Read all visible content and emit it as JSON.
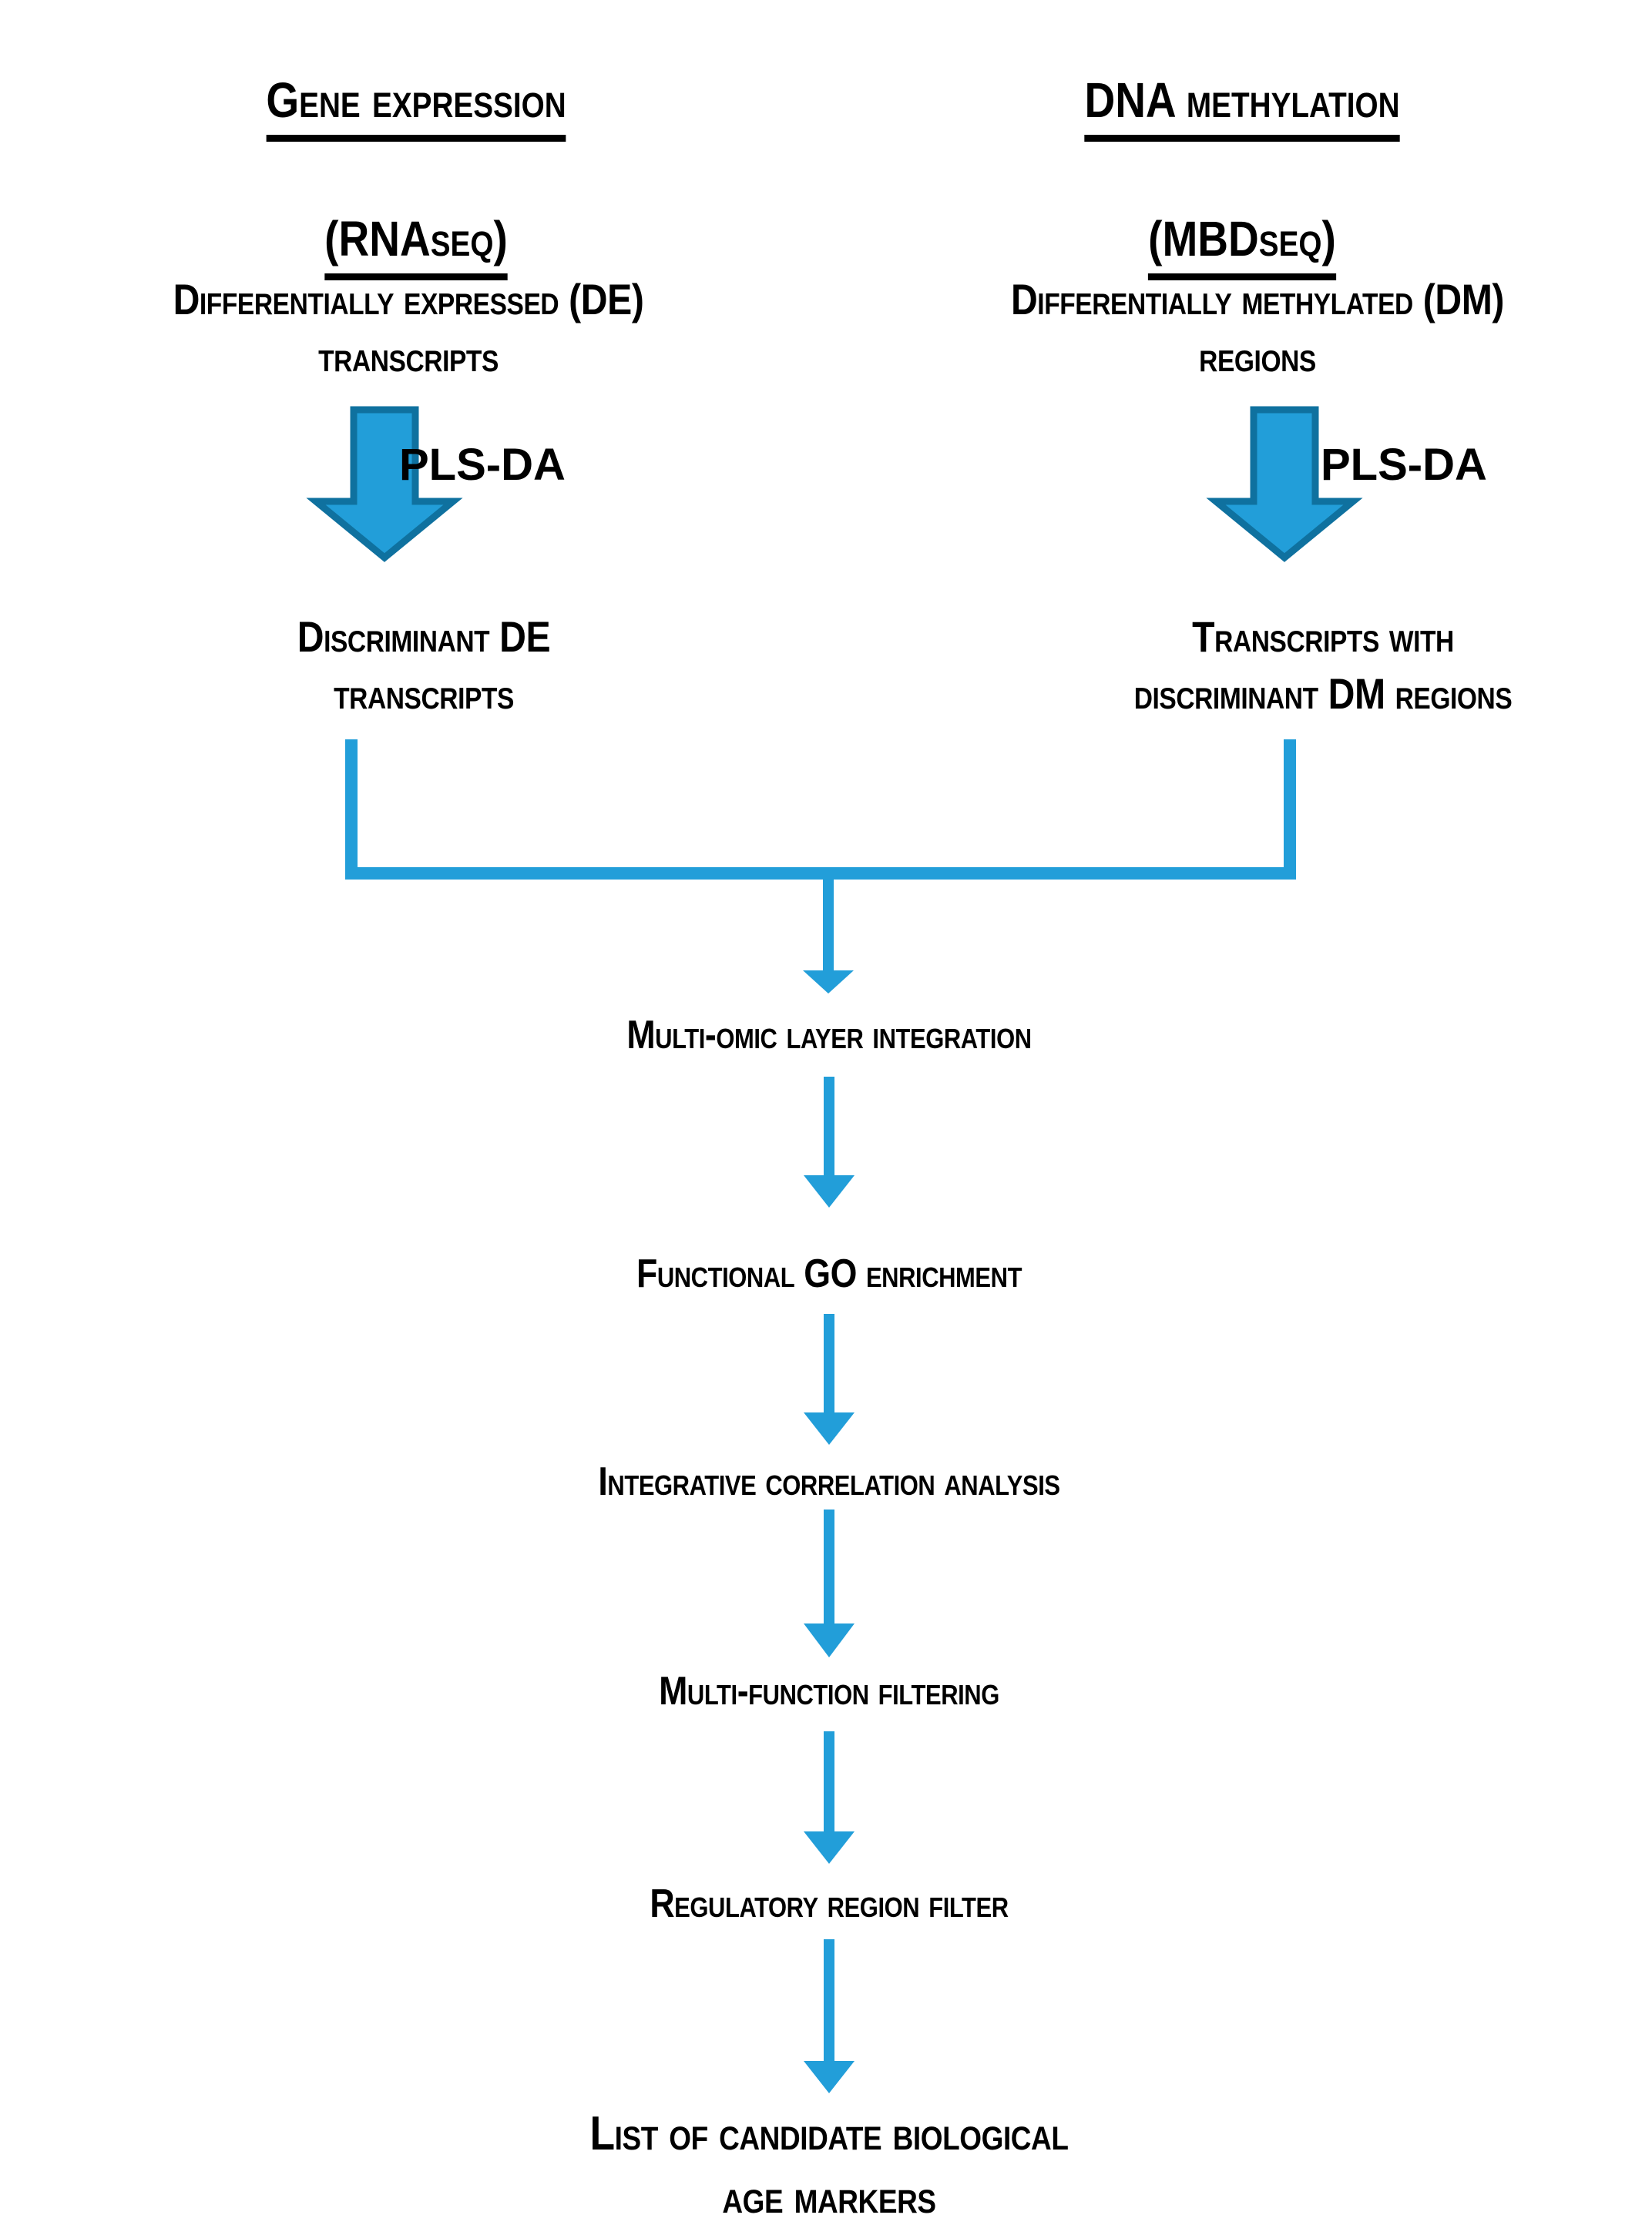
{
  "diagram": {
    "title": "Multi-omic integration workflow for candidate biological age markers",
    "colors": {
      "background": "#ffffff",
      "text": "#000000",
      "arrow_fill": "#229ED9",
      "arrow_stroke": "#0F719F",
      "connector": "#229ED9"
    },
    "columns": [
      {
        "id": "gene-expression",
        "heading_line1": "Gene expression",
        "heading_line2": "(RNAseq)",
        "input_node": "Differentially expressed (DE)\ntranscripts",
        "method_label": "PLS-DA",
        "output_node": "Discriminant DE\ntranscripts"
      },
      {
        "id": "dna-methylation",
        "heading_line1": "DNA methylation",
        "heading_line2": "(MBDseq)",
        "input_node": "Differentially methylated (DM)\nregions",
        "method_label": "PLS-DA",
        "output_node": "Transcripts with\ndiscriminant DM regions"
      }
    ],
    "pipeline_steps": [
      {
        "id": "multi-omic-layer-integration",
        "label": "Multi-omic layer integration"
      },
      {
        "id": "functional-go-enrichment",
        "label": "Functional GO enrichment"
      },
      {
        "id": "integrative-correlation-analysis",
        "label": "Integrative correlation analysis"
      },
      {
        "id": "multi-function-filtering",
        "label": "Multi-function filtering"
      },
      {
        "id": "regulatory-region-filter",
        "label": "Regulatory region filter"
      }
    ],
    "final_output": "List of candidate biological\nage markers"
  }
}
